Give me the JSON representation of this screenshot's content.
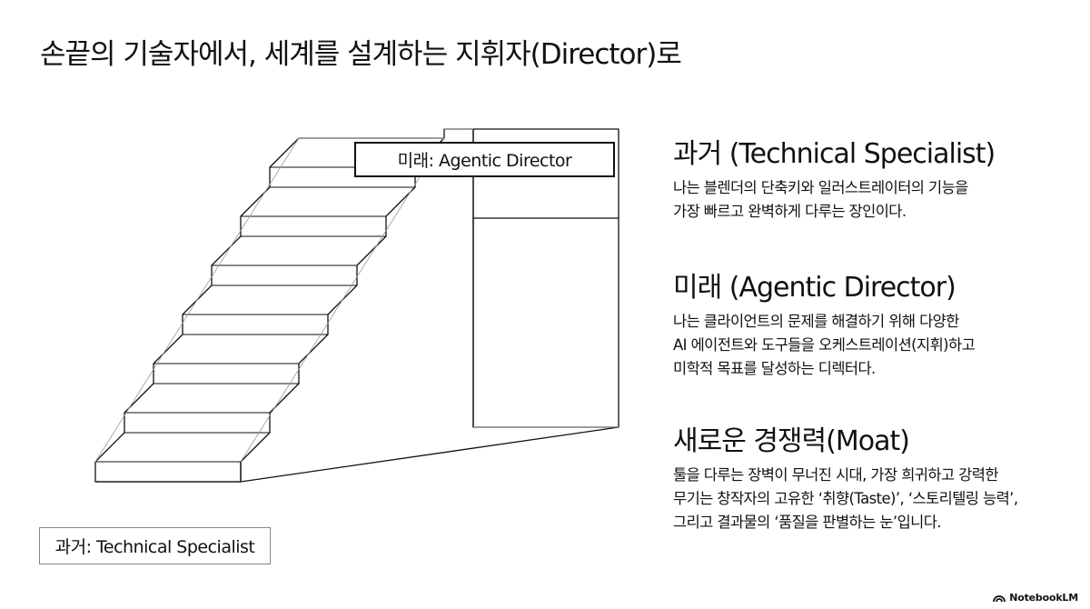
{
  "slide": {
    "title": "손끝의 기술자에서, 세계를 설계하는 지휘자(Director)로"
  },
  "diagram": {
    "future_label": "미래: Agentic Director",
    "past_label": "과거: Technical Specialist"
  },
  "sections": [
    {
      "heading": "과거 (Technical Specialist)",
      "lines": [
        "나는 블렌더의 단축키와 일러스트레이터의 기능을",
        "가장 빠르고 완벽하게 다루는 장인이다."
      ]
    },
    {
      "heading": "미래 (Agentic Director)",
      "lines": [
        "나는 클라이언트의 문제를 해결하기 위해 다양한",
        "AI 에이전트와 도구들을 오케스트레이션(지휘)하고",
        "미학적 목표를 달성하는 디렉터다."
      ]
    },
    {
      "heading": "새로운 경쟁력(Moat)",
      "lines": [
        "툴을 다루는 장벽이 무너진 시대, 가장 희귀하고 강력한",
        "무기는 창작자의 고유한 ‘취향(Taste)’, ‘스토리텔링 능력’,",
        "그리고 결과물의 ‘품질을 판별하는 눈’입니다."
      ]
    }
  ],
  "branding": {
    "icon": "notebooklm-logo-icon",
    "label": "NotebookLM"
  }
}
